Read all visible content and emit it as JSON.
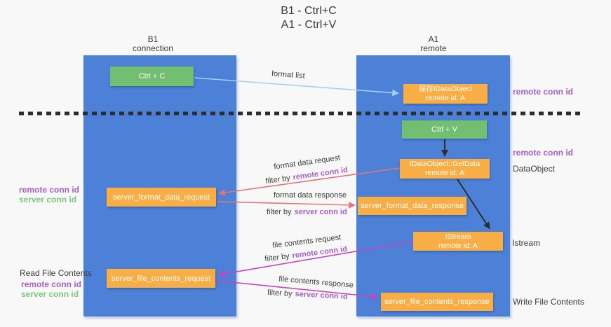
{
  "title": {
    "line1": "B1 - Ctrl+C",
    "line2": "A1 - Ctrl+V"
  },
  "columns": {
    "left": {
      "name": "B1",
      "role": "connection"
    },
    "right": {
      "name": "A1",
      "role": "remote"
    }
  },
  "nodes": {
    "ctrl_c": {
      "label": "Ctrl + C"
    },
    "save_dataobject": {
      "line1": "保存IDataObject",
      "line2": "remote id: A"
    },
    "ctrl_v": {
      "label": "Ctrl + V"
    },
    "getdata": {
      "line1": "IDataObject::GetData",
      "line2": "remote id: A"
    },
    "format_request": {
      "label": "server_format_data_request"
    },
    "format_response": {
      "label": "server_format_data_response"
    },
    "istream": {
      "line1": "IStream",
      "line2": "remote id: A"
    },
    "file_request": {
      "label": "server_file_contents_request"
    },
    "file_response": {
      "label": "server_file_contents_response"
    }
  },
  "arrow_labels": {
    "format_list": "format list",
    "format_data_request": "format data request",
    "format_data_response": "format data response",
    "file_contents_request": "file contents request",
    "file_contents_response": "file contents response",
    "filter_by": "filter by",
    "remote_conn_id": "remote conn id",
    "server_conn_id": "server conn id"
  },
  "side_labels": {
    "remote_conn_id": "remote conn id",
    "server_conn_id": "server conn id",
    "dataobject": "DataObject",
    "istream": "Istream",
    "read_file_contents": "Read File Contents",
    "write_file_contents": "Write File Contents"
  },
  "colors": {
    "column-blue": "#4d81d8",
    "box-green": "#72bf72",
    "box-orange": "#f9ae45",
    "purple-text": "#a85fc8",
    "green-text": "#7cc87c",
    "salmon-arrow": "#e5737a",
    "magenta-arrow": "#c743c0",
    "light-blue-arrow": "#a6d0f0",
    "dash-black": "#2d2d2d",
    "text-dark": "#3c3c3c",
    "background": "#f8f8f8"
  }
}
